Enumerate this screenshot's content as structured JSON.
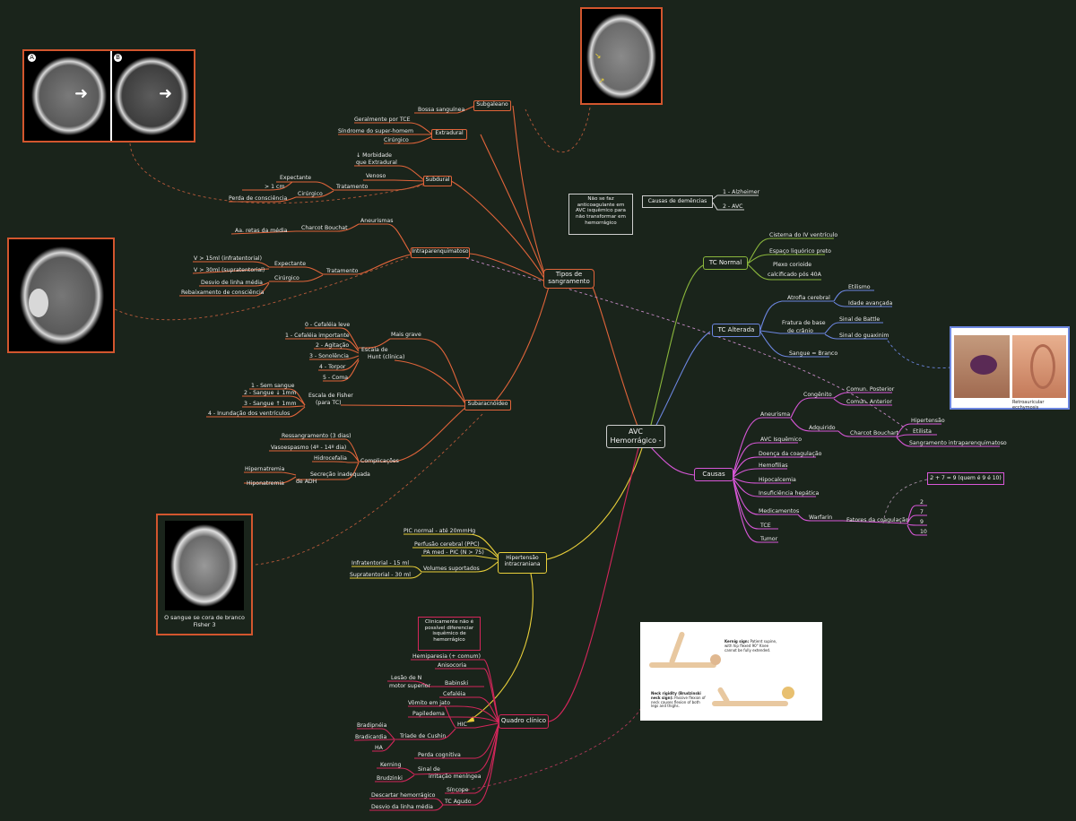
{
  "colors": {
    "background": "#1a241b",
    "orange": "#e0643a",
    "green": "#8ab63c",
    "blue": "#6c86e0",
    "magenta": "#d857d8",
    "yellow": "#e9cf3a",
    "crimson": "#d4265b"
  },
  "central": {
    "label": "AVC Hemorrágico -"
  },
  "branches": {
    "tipos": "Tipos de sangramento",
    "tc_normal": "TC Normal",
    "tc_alterada": "TC Alterada",
    "causas": "Causas",
    "hic": "Hipertensão intracraniana",
    "quadro": "Quadro clínico"
  },
  "subtypes": {
    "subgaleano": "Subgaleano",
    "extradural": "Extradural",
    "subdural": "Subdural",
    "intraparenquimatoso": "Intraparenquimatoso",
    "subaracnoideo": "Subaracnóideo"
  },
  "subgaleano": {
    "bossa": "Bossa sanguínea"
  },
  "extradural": {
    "tce": "Geralmente por TCE",
    "super": "Síndrome do super-homem",
    "cirurgico": "Cirúrgico"
  },
  "subdural": {
    "morbidade": "↓ Morbidade que Extradural",
    "venoso": "Venoso",
    "tratamento": "Tratamento",
    "expectante": "Expectante",
    "cirurgico": "Cirúrgico",
    "cm": "> 1 cm",
    "perda": "Perda de consciência"
  },
  "intra": {
    "aneurismas": "Aneurismas",
    "charcot": "Charcot Bouchat",
    "aa": "Aa. retas da média",
    "tratamento": "Tratamento",
    "expectante": "Expectante",
    "cirurgico": "Cirúrgico",
    "v15": "V > 15ml (infratentorial)",
    "v30": "V > 30ml (supratentorial)",
    "desvio": "Desvio de linha média",
    "rebaixamento": "Rebaixamento de consciência"
  },
  "hunt": {
    "mais_grave": "Mais grave",
    "title": "Escala de Hunt (clínica)",
    "items": [
      "0 - Cefaléia leve",
      "1 - Cefaléia importante",
      "2 - Agitação",
      "3 - Sonolência",
      "4 - Torpor",
      "5 - Coma"
    ]
  },
  "fisher": {
    "title": "Escala de Fisher (para TC)",
    "items": [
      "1 - Sem sangue",
      "2 - Sangue ↓ 1mm",
      "3 - Sangue ↑ 1mm",
      "4 - Inundação dos ventrículos"
    ]
  },
  "complicacoes": {
    "title": "Complicações",
    "ressang": "Ressangramento (3 dias)",
    "vaso": "Vasoespasmo (4º - 14º dia)",
    "hidro": "Hidrocefalia",
    "secrecao": "Secreção inadequada de ADH",
    "hiper": "Hipernatremia",
    "hipo": "Hiponatremia"
  },
  "tc_normal": {
    "items": [
      "Cisterna do IV ventrículo",
      "Espaço liquórico preto",
      "Plexo corioide calcificado pós 40A"
    ]
  },
  "dementia": {
    "box": "Causas de demências",
    "items": [
      "1 - Alzheimer",
      "2 - AVC"
    ]
  },
  "note_box": "Não se faz anticoagulante em AVC isquêmico para não transformar em hemorrágico",
  "tc_alterada": {
    "atrofia": "Atrofia cerebral",
    "etilismo": "Etilismo",
    "idade": "Idade avançada",
    "fratura": "Fratura de base de crânio",
    "battle": "Sinal de Battle",
    "guaxinim": "Sinal do guaxinim",
    "sangue": "Sangue = Branco"
  },
  "causas": {
    "aneurisma": "Aneurisma",
    "congenito": "Congênito",
    "adquirido": "Adquirido",
    "com_post": "Comun. Posterior",
    "com_ant": "Comun. Anterior",
    "charcot": "Charcot Bouchart",
    "hipertensao": "Hipertensão",
    "etilista": "Etilista",
    "sang_intra": "Sangramento intraparenquimatoso",
    "avc": "AVC Isquêmico",
    "doenca": "Doença da coagulação",
    "hemofilias": "Hemofilias",
    "hipocalcemia": "Hipocalcemia",
    "insuf": "Insuficiência hepática",
    "medicamentos": "Medicamentos",
    "warfarin": "Warfarin",
    "fatores": "Fatores da coagulação",
    "fatores_list": [
      "2",
      "7",
      "9",
      "10"
    ],
    "formula": "2 + 7 = 9 (quem é 9 é 10)",
    "tce": "TCE",
    "tumor": "Tumor"
  },
  "hic": {
    "pic": "PIC normal - até 20mmHg",
    "ppc": "Perfusão cerebral (PPC)",
    "pa": "PA med - PIC (N > 75)",
    "volumes": "Volumes suportados",
    "infra": "Infratentorial - 15 ml",
    "supra": "Supratentorial - 30 ml"
  },
  "quadro": {
    "note": "Clinicamente não é possível diferenciar isquêmico de hemorrágico",
    "hemiparesia": "Hemiparesia (+ comum)",
    "anisocoria": "Anisocoria",
    "lesao": "Lesão de N motor superior",
    "babinski": "Babinski",
    "cefaleia": "Cefaléia",
    "vomito": "Vômito em jato",
    "papiledema": "Papiledema",
    "hic": "HIC",
    "triade": "Tríade de Cushin",
    "bradipneia": "Bradipnéia",
    "bradicardia": "Bradicardia",
    "ha": "HA",
    "perda": "Perda cognitiva",
    "irritacao": "Sinal de irritação meníngea",
    "kerning": "Kerning",
    "brudzinki": "Brudzinki",
    "sincope": "Síncope",
    "tc_agudo": "TC Agudo",
    "descartar": "Descartar hemorrágico",
    "desvio": "Desvio da linha média"
  },
  "images": {
    "panel_a": "A",
    "panel_b": "B",
    "fisher_caption": "O sangue se cora de branco Fisher 3",
    "raccoon_caption": "Retroauricular ecchymosis",
    "kernig_title": "Kernig sign:",
    "kernig_text": "Patient supine, with hip flexed 90° Knee cannot be fully extended.",
    "brud_title": "Neck rigidity (Brudzinski neck sign):",
    "brud_text": "Passive flexion of neck causes flexion of both legs and thighs."
  }
}
